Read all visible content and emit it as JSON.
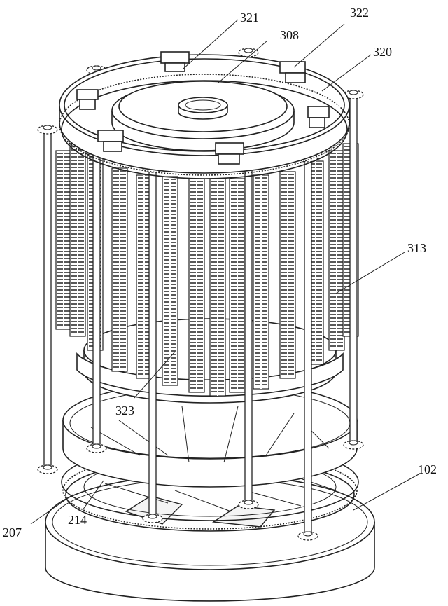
{
  "labels": {
    "l321": "321",
    "l322": "322",
    "l308": "308",
    "l320": "320",
    "l313": "313",
    "l323": "323",
    "l102": "102",
    "l207": "207",
    "l214": "214"
  }
}
